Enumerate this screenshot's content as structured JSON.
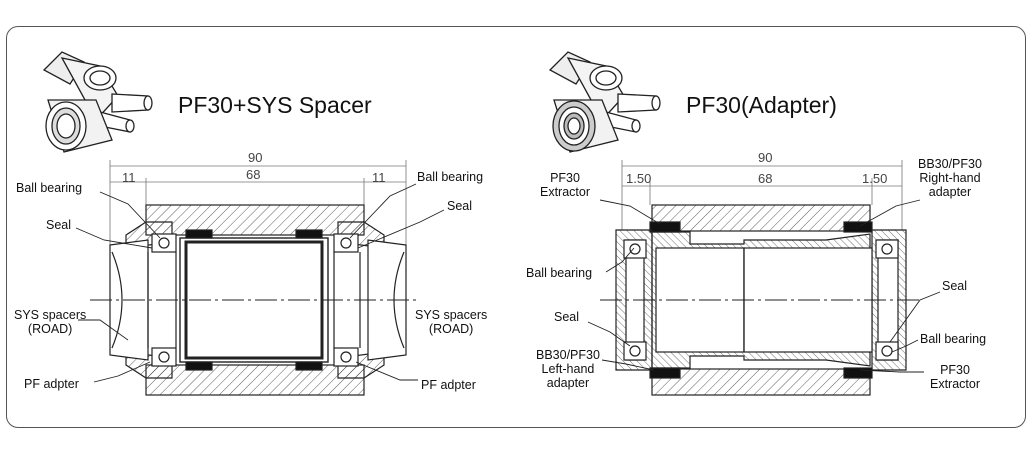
{
  "left": {
    "title": "PF30+SYS Spacer",
    "dims": {
      "overall": "90",
      "center": "68",
      "left": "11",
      "right": "11"
    },
    "labels": {
      "ball_bearing_left": "Ball bearing",
      "ball_bearing_right": "Ball bearing",
      "seal_left": "Seal",
      "seal_right": "Seal",
      "sys_left": "SYS spacers\n(ROAD)",
      "sys_right": "SYS spacers\n(ROAD)",
      "pf_left": "PF adpter",
      "pf_right": "PF adpter"
    }
  },
  "right": {
    "title": "PF30(Adapter)",
    "dims": {
      "overall": "90",
      "center": "68",
      "left": "1.50",
      "right": "1.50"
    },
    "labels": {
      "extractor_top": "PF30\nExtractor",
      "ball_bearing_left": "Ball bearing",
      "seal_left": "Seal",
      "left_adapter": "BB30/PF30\nLeft-hand\nadapter",
      "right_adapter": "BB30/PF30\nRight-hand\nadapter",
      "seal_right": "Seal",
      "ball_bearing_right": "Ball bearing",
      "extractor_bottom": "PF30\nExtractor"
    }
  }
}
